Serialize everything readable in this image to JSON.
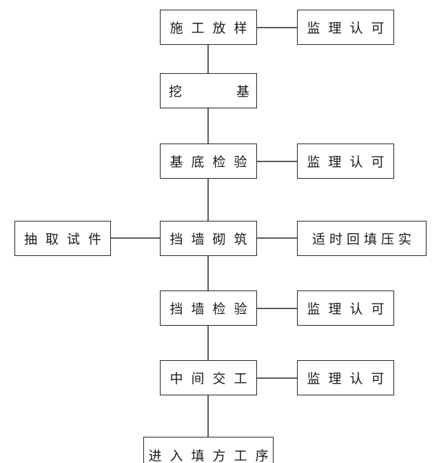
{
  "flowchart": {
    "nodes": {
      "layout_stakeout": "施工放样",
      "excavation_left": "挖",
      "excavation_right": "基",
      "foundation_inspection": "基底检验",
      "wall_masonry": "挡墙砌筑",
      "wall_inspection": "挡墙检验",
      "intermediate_handover": "中间交工",
      "next_process": "进入填方工序",
      "sampling": "抽取试件",
      "backfill_compaction": "适时回填压实",
      "approval_1": "监理认可",
      "approval_2": "监理认可",
      "approval_3": "监理认可",
      "approval_4": "监理认可"
    }
  }
}
